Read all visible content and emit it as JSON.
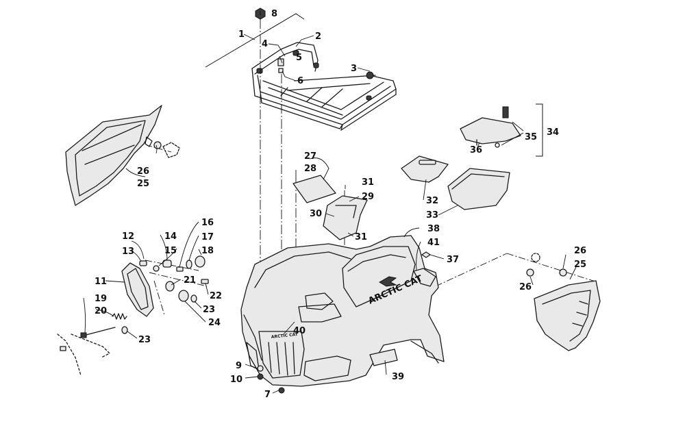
{
  "callouts": {
    "c1": "1",
    "c2": "2",
    "c3": "3",
    "c4": "4",
    "c5": "5",
    "c6": "6",
    "c7": "7",
    "c8": "8",
    "c9": "9",
    "c10": "10",
    "c11": "11",
    "c12": "12",
    "c13": "13",
    "c14": "14",
    "c15": "15",
    "c16": "16",
    "c17": "17",
    "c18": "18",
    "c19": "19",
    "c20": "20",
    "c21": "21",
    "c22": "22",
    "c23a": "23",
    "c23b": "23",
    "c24": "24",
    "c25a": "25",
    "c25b": "25",
    "c26a": "26",
    "c26b": "26",
    "c26c": "26",
    "c27": "27",
    "c28": "28",
    "c29": "29",
    "c30": "30",
    "c31a": "31",
    "c31b": "31",
    "c32": "32",
    "c33": "33",
    "c34": "34",
    "c35": "35",
    "c36": "36",
    "c37": "37",
    "c38": "38",
    "c39": "39",
    "c40": "40",
    "c41": "41"
  },
  "decals": {
    "brand_main": "ARCTIC CAT",
    "brand_grille": "ARCTIC CAT"
  },
  "colors": {
    "line": "#1a1a1a",
    "background": "#ffffff",
    "panel_fill": "#e9e9e9"
  }
}
